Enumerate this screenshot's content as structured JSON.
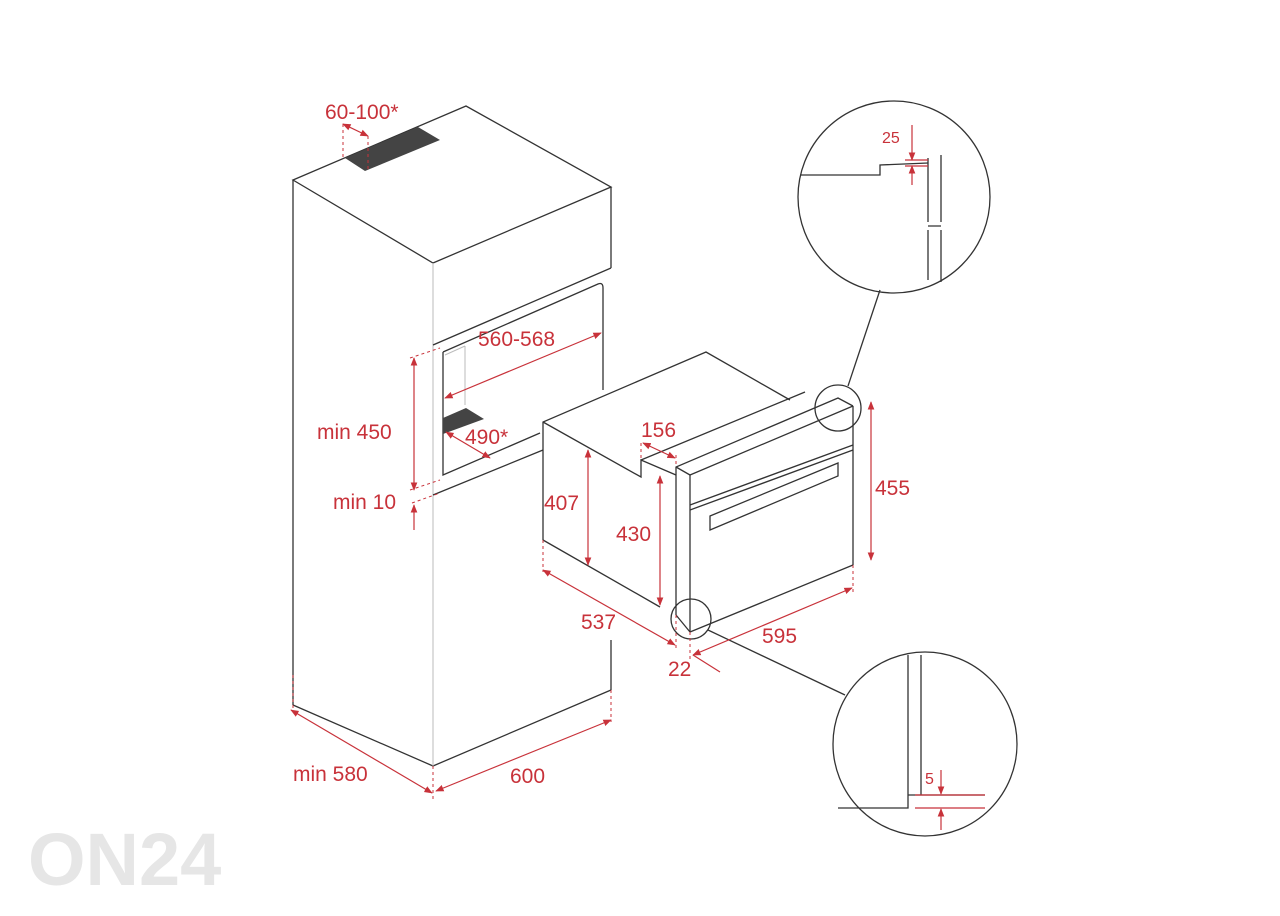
{
  "colors": {
    "dimension": "#c8323a",
    "outline": "#333333"
  },
  "dimensions": {
    "vent_top": "60-100*",
    "niche_width": "560-568",
    "niche_height": "min 450",
    "vent_bottom": "490*",
    "gap": "min 10",
    "cabinet_depth": "min 580",
    "cabinet_width": "600",
    "body_height": "407",
    "front_height": "430",
    "top_step": "156",
    "overall_height": "455",
    "body_depth": "537",
    "front_width": "595",
    "frame_depth": "22",
    "detail_top": "25",
    "detail_bottom": "5"
  },
  "watermark": "ON24"
}
